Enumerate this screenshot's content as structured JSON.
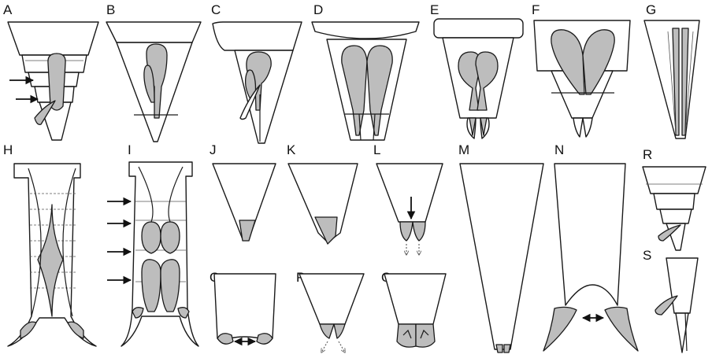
{
  "figure": {
    "panel_labels": [
      "A",
      "B",
      "C",
      "D",
      "E",
      "F",
      "G",
      "H",
      "I",
      "J",
      "K",
      "L",
      "M",
      "N",
      "O",
      "P",
      "Q",
      "R",
      "S"
    ],
    "colors": {
      "outline": "#1a1a1a",
      "fill_grey": "#bdbdbd",
      "background": "#ffffff"
    }
  }
}
